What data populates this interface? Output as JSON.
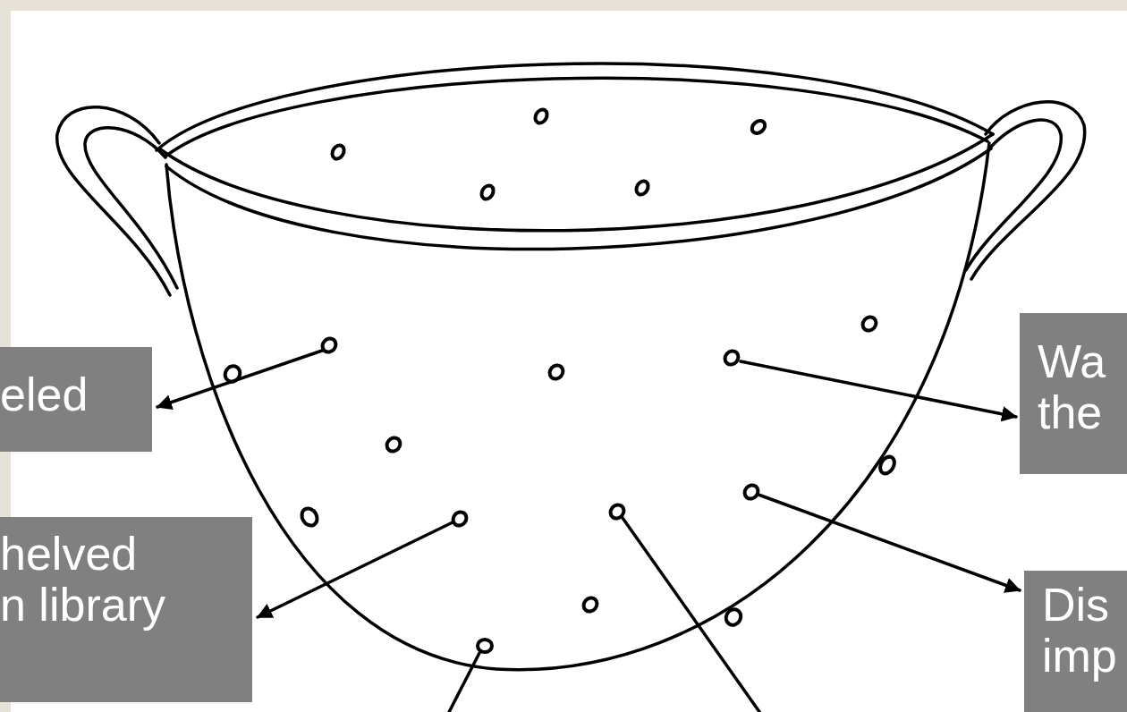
{
  "diagram": {
    "nodes": [
      {
        "text": [
          "eled"
        ]
      },
      {
        "text": [
          "Wa the"
        ]
      },
      {
        "text": [
          "helved n library"
        ]
      },
      {
        "text": [
          "Dis imp"
        ]
      }
    ]
  }
}
